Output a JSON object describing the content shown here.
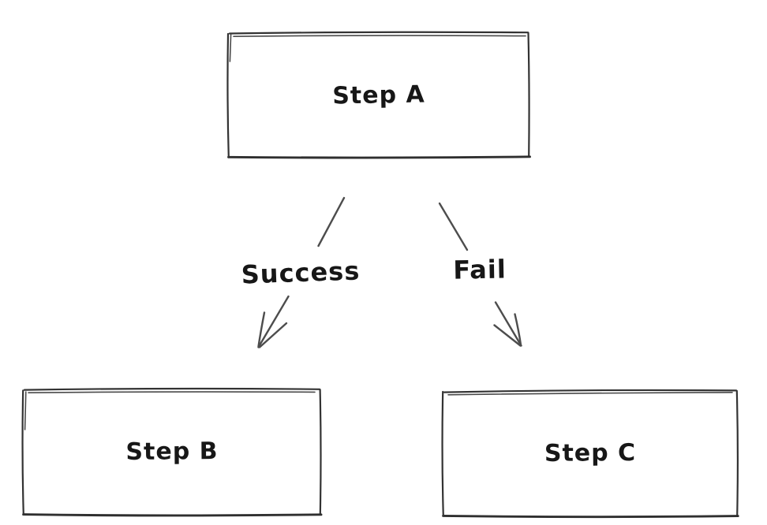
{
  "diagram": {
    "type": "flowchart",
    "style": "hand-drawn",
    "colors": {
      "background": "#ffffff",
      "box_stroke": "#333333",
      "arrow_stroke": "#4d4d4d",
      "text": "#171717"
    },
    "nodes": [
      {
        "id": "step-a",
        "label": "Step A"
      },
      {
        "id": "step-b",
        "label": "Step B"
      },
      {
        "id": "step-c",
        "label": "Step C"
      }
    ],
    "edges": [
      {
        "from": "step-a",
        "to": "step-b",
        "label": "Success"
      },
      {
        "from": "step-a",
        "to": "step-c",
        "label": "Fail"
      }
    ]
  }
}
